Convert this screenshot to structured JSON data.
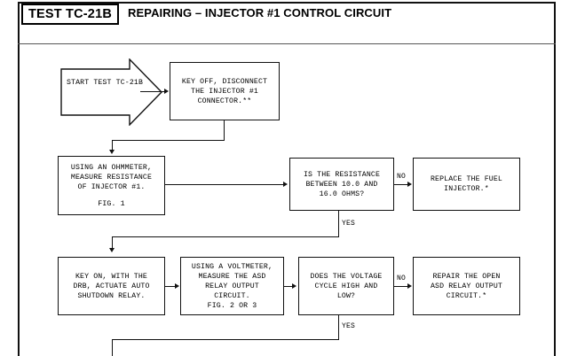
{
  "document": {
    "frame_color": "#111111",
    "background": "#ffffff"
  },
  "header": {
    "test_id": "TEST TC-21B",
    "title": "REPAIRING – INJECTOR #1 CONTROL CIRCUIT"
  },
  "flowchart": {
    "nodes": [
      {
        "id": "start",
        "shape": "arrow-pentagon",
        "lines": [
          "START TEST",
          "TC-21B"
        ]
      },
      {
        "id": "key-off",
        "shape": "rect",
        "lines": [
          "KEY OFF, DISCONNECT",
          "THE INJECTOR #1",
          "CONNECTOR.**"
        ]
      },
      {
        "id": "ohmmeter",
        "shape": "rect",
        "lines": [
          "USING AN OHMMETER,",
          "MEASURE RESISTANCE",
          "OF INJECTOR #1.",
          "",
          "FIG. 1"
        ]
      },
      {
        "id": "resistance-question",
        "shape": "rect",
        "lines": [
          "IS THE RESISTANCE",
          "BETWEEN 10.0 AND",
          "16.0 OHMS?"
        ]
      },
      {
        "id": "replace-injector",
        "shape": "rect",
        "lines": [
          "REPLACE THE FUEL",
          "INJECTOR.*"
        ]
      },
      {
        "id": "key-on-drb",
        "shape": "rect",
        "lines": [
          "KEY ON, WITH THE",
          "DRB, ACTUATE AUTO",
          "SHUTDOWN RELAY."
        ]
      },
      {
        "id": "voltmeter",
        "shape": "rect",
        "lines": [
          "USING A VOLTMETER,",
          "MEASURE THE ASD",
          "RELAY OUTPUT",
          "CIRCUIT.",
          "FIG. 2 OR 3"
        ]
      },
      {
        "id": "voltage-question",
        "shape": "rect",
        "lines": [
          "DOES THE VOLTAGE",
          "CYCLE HIGH AND",
          "LOW?"
        ]
      },
      {
        "id": "repair-open",
        "shape": "rect",
        "lines": [
          "REPAIR THE OPEN",
          "ASD RELAY OUTPUT",
          "CIRCUIT.*"
        ]
      }
    ],
    "edge_labels": {
      "no_resistance": "NO",
      "yes_resistance": "YES",
      "no_voltage": "NO",
      "yes_voltage": "YES"
    }
  }
}
